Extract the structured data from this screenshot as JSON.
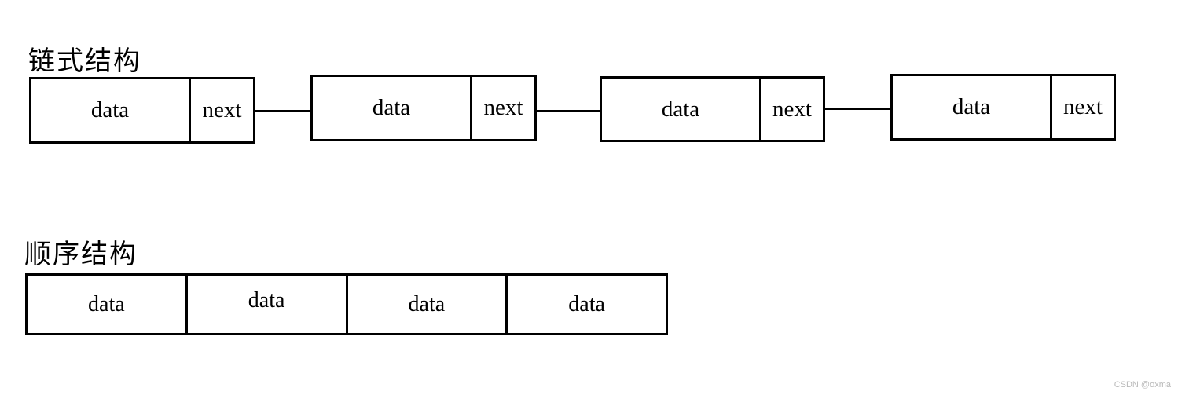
{
  "background": "#ffffff",
  "ink_color": "#000000",
  "linked": {
    "title": "链式结构",
    "nodes": [
      {
        "data": "data",
        "next": "next"
      },
      {
        "data": "data",
        "next": "next"
      },
      {
        "data": "data",
        "next": "next"
      },
      {
        "data": "data",
        "next": "next"
      }
    ]
  },
  "sequential": {
    "title": "顺序结构",
    "cells": [
      "data",
      "data",
      "data",
      "data"
    ]
  },
  "watermark": {
    "text": "CSDN @oxma",
    "color": "#b9b9b9"
  }
}
